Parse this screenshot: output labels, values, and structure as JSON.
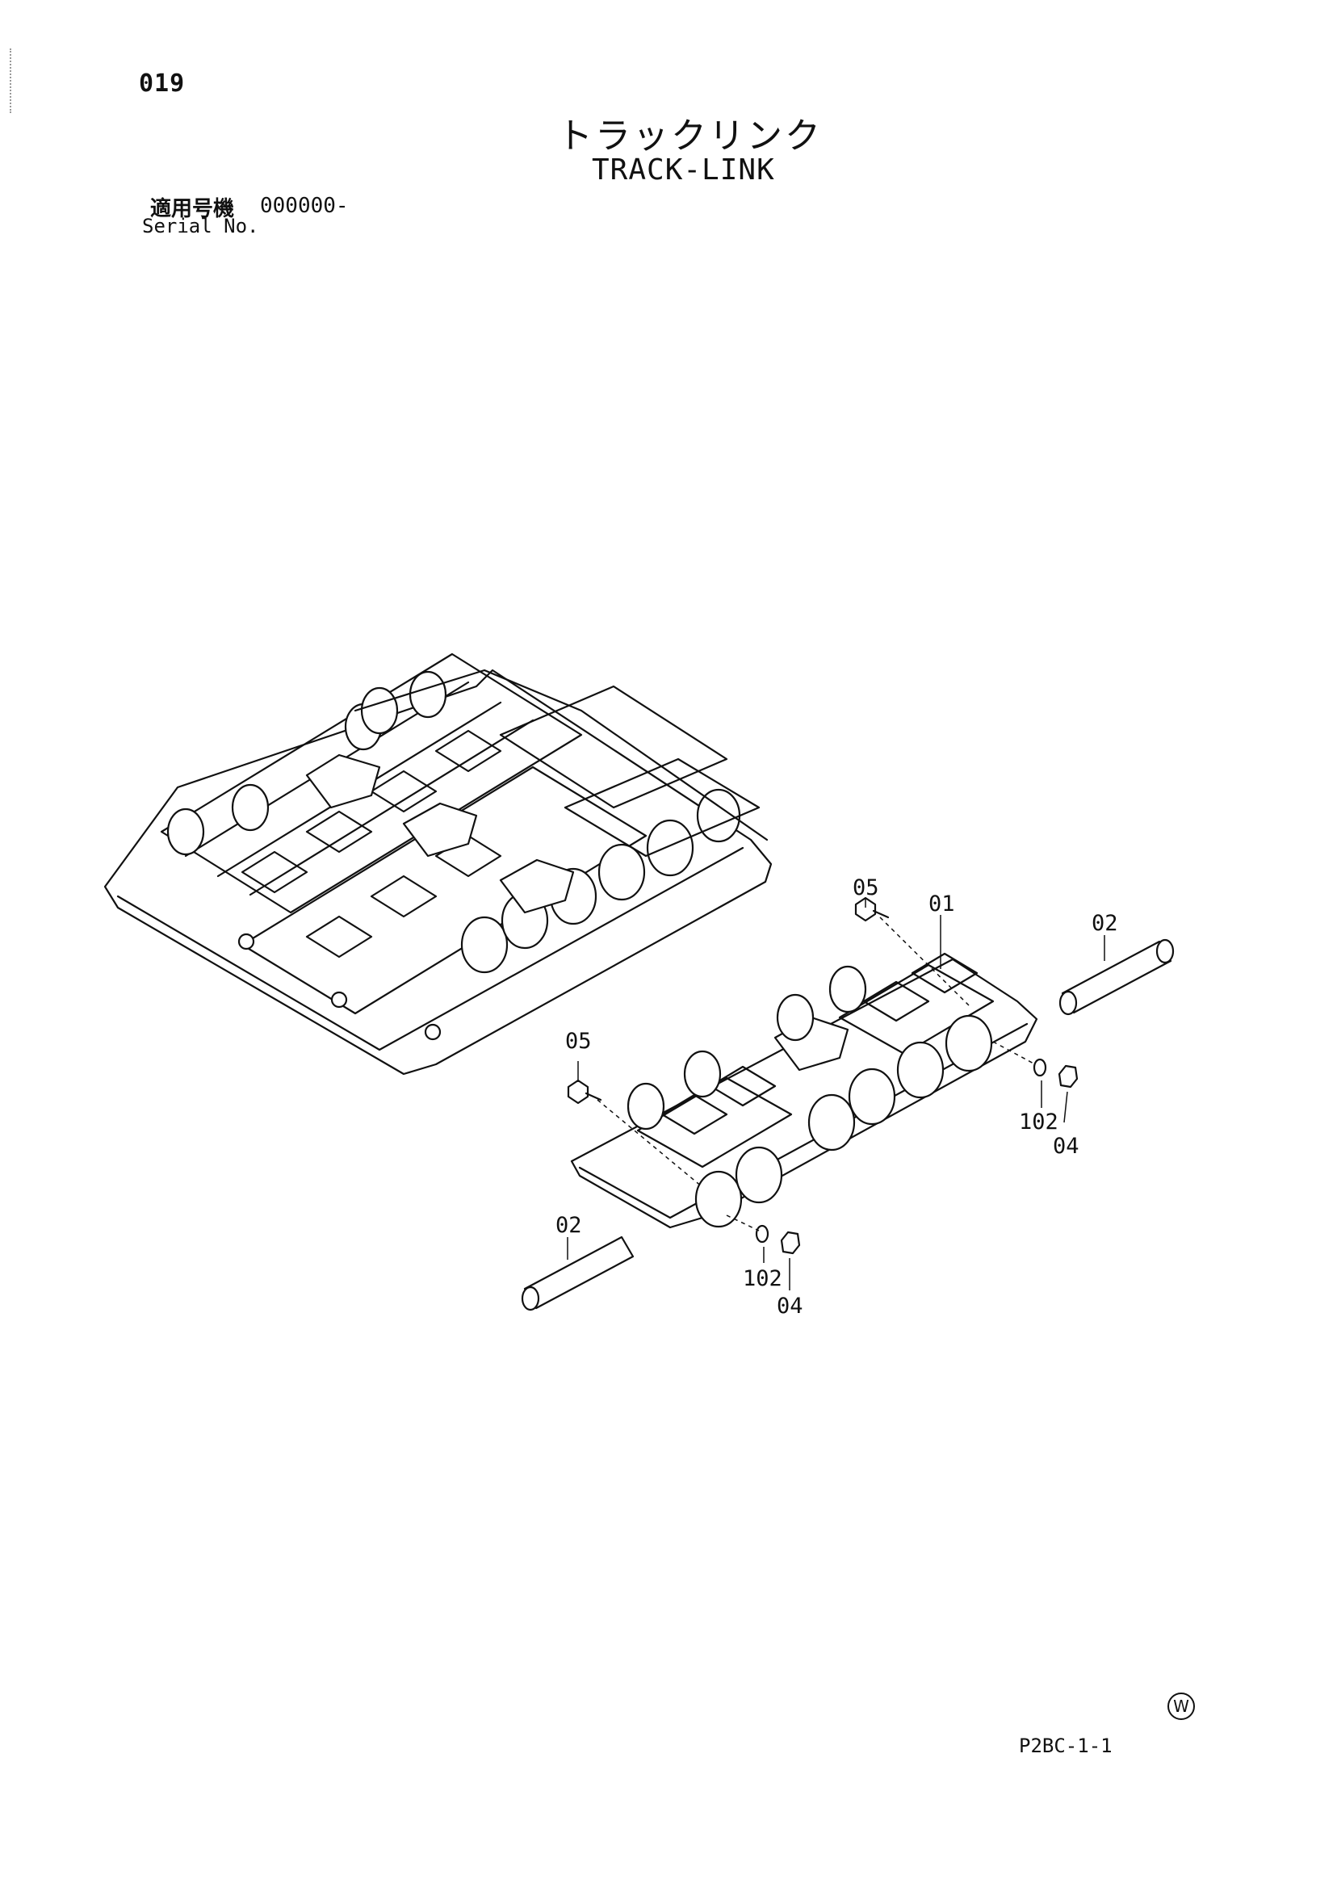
{
  "header": {
    "page_number": "019",
    "title_ja": "トラックリンク",
    "title_en": "TRACK-LINK",
    "serial_label_ja": "適用号機",
    "serial_value": "000000-",
    "serial_label_en": "Serial No."
  },
  "callouts": {
    "c05_top": "05",
    "c01": "01",
    "c02_right": "02",
    "c05_left": "05",
    "c102_right": "102",
    "c04_right": "04",
    "c02_left": "02",
    "c102_bottom": "102",
    "c04_bottom": "04"
  },
  "footer": {
    "drawing_code": "P2BC-1-1",
    "mark": "W"
  }
}
